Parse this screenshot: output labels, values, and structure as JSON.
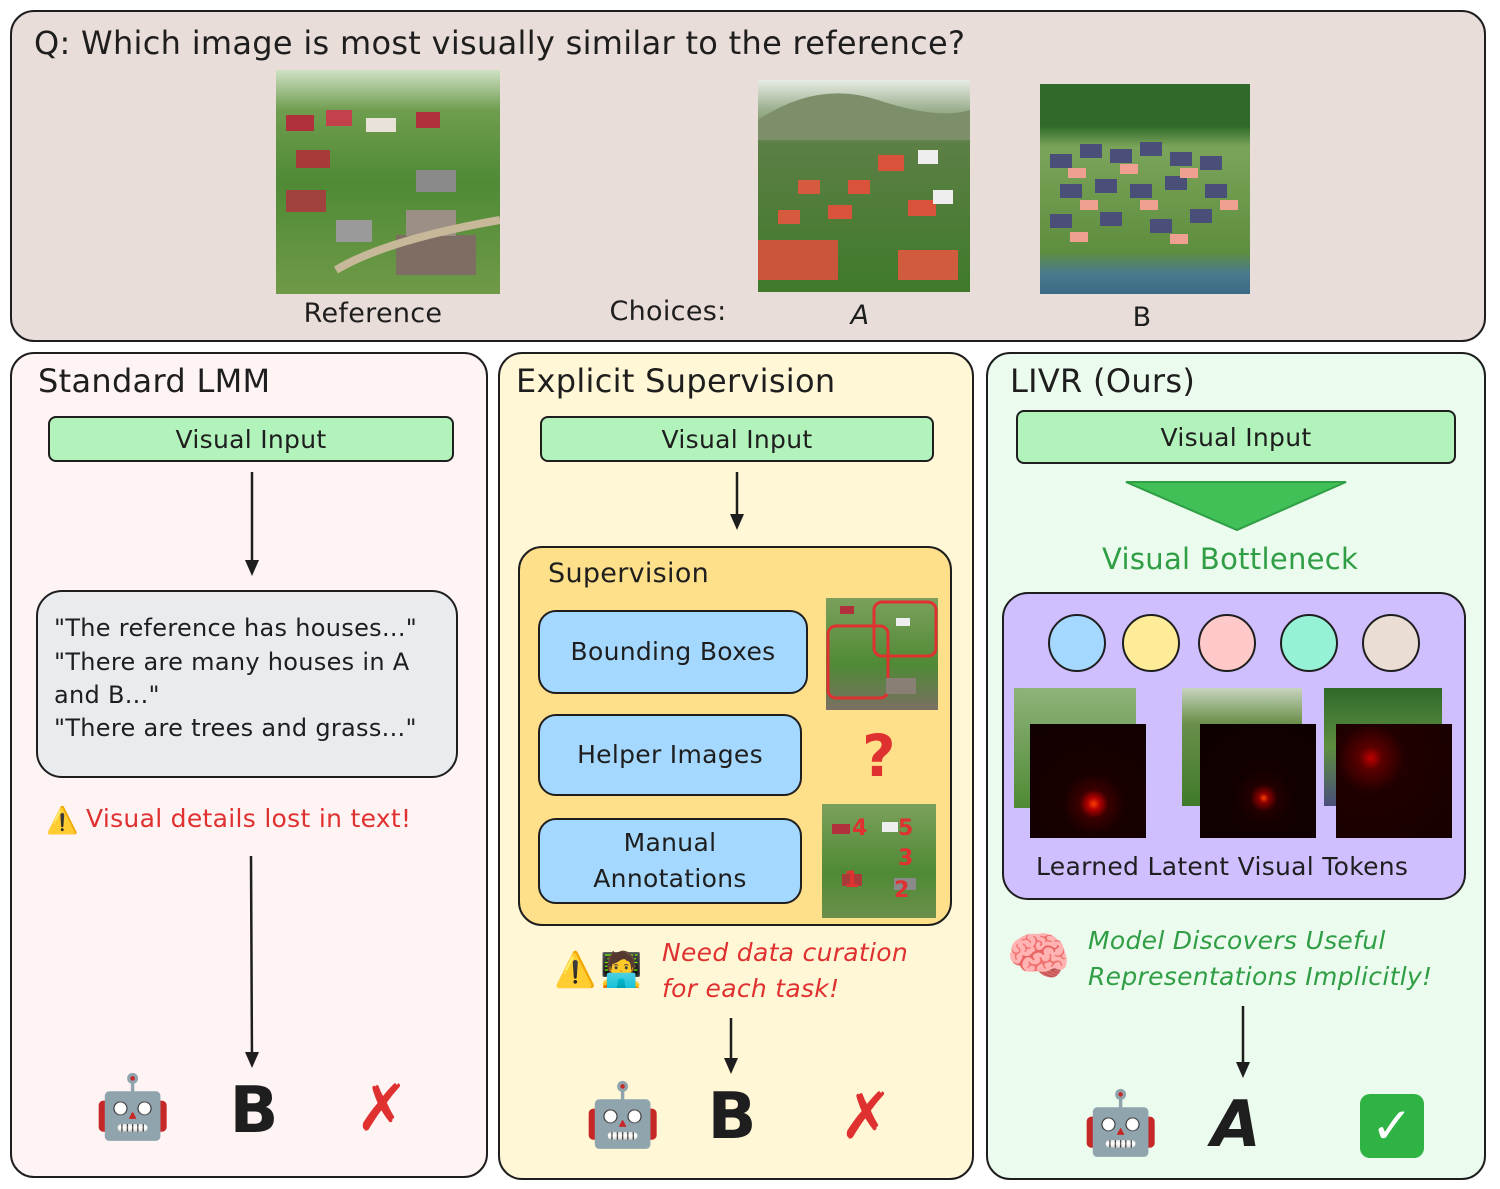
{
  "question": "Q: Which image is most visually similar to the reference?",
  "reference_label": "Reference",
  "choices_label": "Choices:",
  "choice_a_label": "A",
  "choice_b_label": "B",
  "panels": {
    "standard": {
      "title": "Standard LMM",
      "visual_input": "Visual Input",
      "text_lines": [
        "\"The reference has houses...\"",
        "\"There are many houses in A",
        "and B...\"",
        "\"There are trees and grass...\""
      ],
      "warning": "Visual details lost in text!",
      "answer": "B",
      "result_mark": "✗"
    },
    "explicit": {
      "title": "Explicit Supervision",
      "visual_input": "Visual Input",
      "supervision_title": "Supervision",
      "items": [
        "Bounding Boxes",
        "Helper Images",
        "Manual Annotations"
      ],
      "question_mark": "?",
      "annotation_numbers": [
        "1",
        "2",
        "3",
        "4",
        "5"
      ],
      "warning_line1": "Need data curation",
      "warning_line2": "for each task!",
      "answer": "B",
      "result_mark": "✗"
    },
    "livr": {
      "title": "LIVR (Ours)",
      "visual_input": "Visual Input",
      "bottleneck": "Visual Bottleneck",
      "tokens_label": "Learned Latent Visual Tokens",
      "discover_line1": "Model Discovers Useful",
      "discover_line2": "Representations Implicitly!",
      "answer": "A",
      "result_mark": "✓"
    }
  },
  "token_colors": [
    "#a5d8ff",
    "#ffec99",
    "#ffc9c9",
    "#96f2d7",
    "#e9ddd4"
  ],
  "colors": {
    "top_bg": "#e9ddd9",
    "standard_bg": "#fff4f4",
    "explicit_bg": "#fff7d6",
    "livr_bg": "#ebfbee",
    "green_bar": "#b2f2bb",
    "blue_box": "#a5d8ff",
    "supervision_bg": "#ffe08a",
    "tokens_bg": "#d0bfff",
    "warn_red": "#e03131",
    "ok_green": "#2f9e44"
  },
  "icons": [
    "robot-icon",
    "warning-icon",
    "technologist-icon",
    "brain-icon",
    "check-icon",
    "cross-icon"
  ]
}
